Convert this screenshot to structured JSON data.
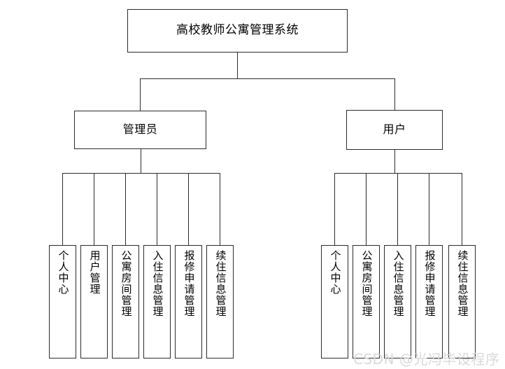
{
  "diagram": {
    "type": "organization-tree",
    "title_node": {
      "label": "高校教师公寓管理系统"
    },
    "roles": [
      {
        "id": "admin",
        "label": "管理员"
      },
      {
        "id": "user",
        "label": "用户"
      }
    ],
    "admin_functions": [
      {
        "label": "个人中心"
      },
      {
        "label": "用户管理"
      },
      {
        "label": "公寓房间管理"
      },
      {
        "label": "入住信息管理"
      },
      {
        "label": "报修申请管理"
      },
      {
        "label": "续住信息管理"
      }
    ],
    "user_functions": [
      {
        "label": "个人中心"
      },
      {
        "label": "公寓房间管理"
      },
      {
        "label": "入住信息管理"
      },
      {
        "label": "报修申请管理"
      },
      {
        "label": "续住信息管理"
      }
    ],
    "colors": {
      "line": "#2b2b2b",
      "box_border": "#2b2b2b",
      "box_fill": "#ffffff",
      "text": "#000000",
      "watermark": "#d9d9d9",
      "background": "#ffffff"
    }
  },
  "watermark": {
    "text": "CSDN @光冯毕设程序"
  }
}
